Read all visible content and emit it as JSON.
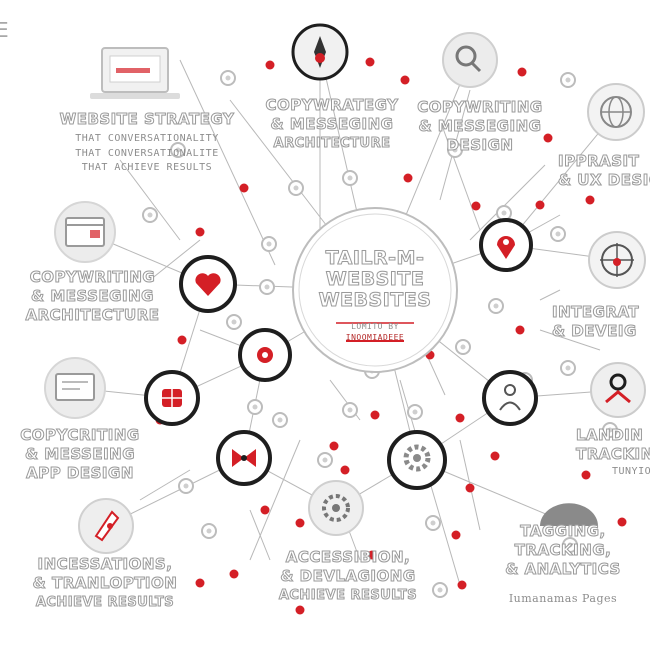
{
  "center": {
    "title_line1": "TAILR-M-",
    "title_line2": "WEBSITE",
    "title_line3": "WEBSITES",
    "byline": "LOMITO BY",
    "sub": "INOOMIADEEE"
  },
  "labels": {
    "website_strategy": {
      "title": "WEBSITE STRATEGY",
      "line1": "THAT CONVERSATIONALITY",
      "line2": "THAT CONVERSATIONALITE",
      "line3": "THAT ACHIEVE RESULTS"
    },
    "copywratgy": {
      "line1": "COPYWRATEGY",
      "line2": "& MESSEGING",
      "line3": "ARCHITECTURE"
    },
    "copywriting_design": {
      "line1": "COPYWRITING",
      "line2": "& MESSEGING",
      "line3": "DESIGN"
    },
    "ippras": {
      "line1": "IPPRASIT",
      "line2": "& UX DESIG"
    },
    "copywriting_arch": {
      "line1": "COPYWRITING",
      "line2": "& MESSEGING",
      "line3": "ARCHITECTURE"
    },
    "integrat": {
      "line1": "INTEGRAT",
      "line2": "& DEVEIG"
    },
    "copycriting": {
      "line1": "COPYCRITING",
      "line2": "& MESSEING",
      "line3": "APP DESIGN"
    },
    "landing": {
      "line1": "LANDIN",
      "line2": "TRACKIN",
      "line3": "TUNYIOLS"
    },
    "incessations": {
      "line1": "INCESSATIONS,",
      "line2": "& TRANLOPTION",
      "line3": "ACHIEVE RESULTS"
    },
    "accessibion": {
      "line1": "ACCESSIBION,",
      "line2": "& DEVLAGIONG",
      "line3": "ACHIEVE RESULTS"
    },
    "tagging": {
      "line1": "TAGGING,",
      "line2": "TRACKING,",
      "line3": "& ANALYTICS",
      "line4": "Iumanamas Pages"
    },
    "edge_left": "E"
  },
  "nodes": [
    {
      "id": "n-red-heart",
      "kind": "dark",
      "icon": "heart-icon"
    },
    {
      "id": "n-red-dot",
      "kind": "dark",
      "icon": "record-icon"
    },
    {
      "id": "n-red-grid",
      "kind": "dark",
      "icon": "grid-icon"
    },
    {
      "id": "n-red-bow",
      "kind": "dark",
      "icon": "bow-icon"
    },
    {
      "id": "n-gear",
      "kind": "dark",
      "icon": "gear-icon"
    },
    {
      "id": "n-pin",
      "kind": "dark",
      "icon": "location-pin-icon"
    },
    {
      "id": "n-person",
      "kind": "dark",
      "icon": "person-icon"
    },
    {
      "id": "n-compass",
      "kind": "light",
      "icon": "compass-icon"
    },
    {
      "id": "n-search",
      "kind": "light",
      "icon": "magnifier-icon"
    },
    {
      "id": "n-globe",
      "kind": "light",
      "icon": "globe-icon"
    },
    {
      "id": "n-target",
      "kind": "light",
      "icon": "target-icon"
    },
    {
      "id": "n-dashboard",
      "kind": "light",
      "icon": "dashboard-icon"
    },
    {
      "id": "n-laptop",
      "kind": "light",
      "icon": "laptop-icon"
    },
    {
      "id": "n-window",
      "kind": "light",
      "icon": "browser-window-icon"
    },
    {
      "id": "n-monitor",
      "kind": "light",
      "icon": "monitor-icon"
    },
    {
      "id": "n-pen",
      "kind": "light",
      "icon": "pen-tool-icon"
    },
    {
      "id": "n-cog",
      "kind": "light",
      "icon": "cog-icon"
    },
    {
      "id": "n-bottom",
      "kind": "light",
      "icon": "hemisphere-icon"
    }
  ],
  "colors": {
    "accent_red": "#d41f26",
    "node_dark": "#1e1e1e",
    "line_gray": "#b8b8b8",
    "label_outline": "#9a9a9a"
  }
}
